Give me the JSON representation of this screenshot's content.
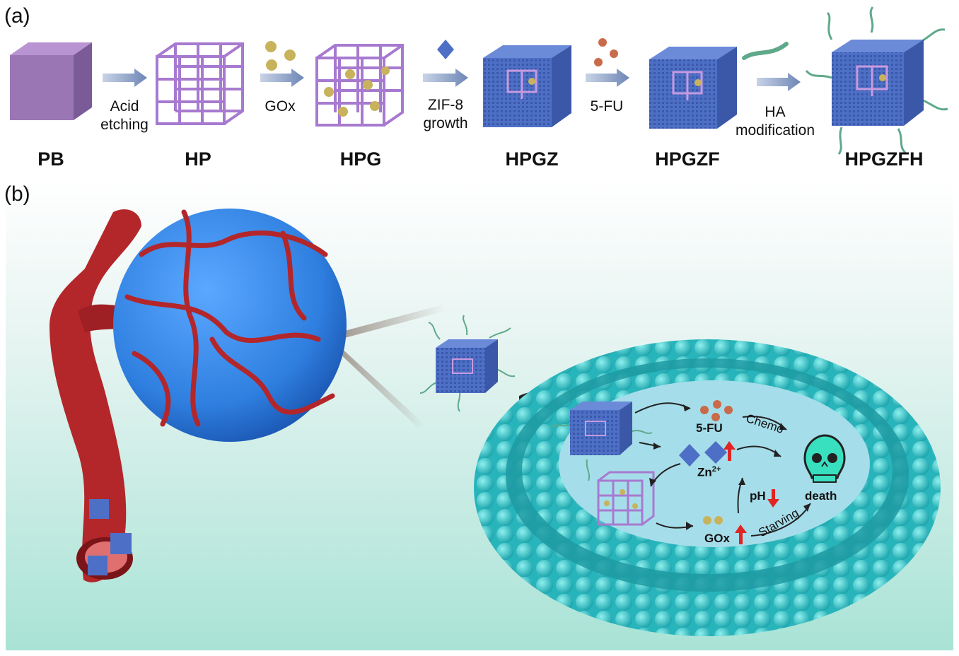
{
  "panel_a": {
    "label": "(a)",
    "products": [
      "PB",
      "HP",
      "HPG",
      "HPGZ",
      "HPGZF",
      "HPGZFH"
    ],
    "steps": {
      "acid": [
        "Acid",
        "etching"
      ],
      "gox": "GOx",
      "zif": [
        "ZIF-8",
        "growth"
      ],
      "fu": "5-FU",
      "ha": [
        "HA",
        "modification"
      ]
    }
  },
  "panel_b": {
    "label": "(b)",
    "cell_labels": {
      "fu": "5-FU",
      "chemo": "Chemo",
      "zn": "Zn",
      "zn_sup": "2+",
      "ph": "pH",
      "death": "death",
      "gox": "GOx",
      "starving": "Starving"
    }
  },
  "colors": {
    "pb_cube": "#9a76b4",
    "framework": "#a77ad0",
    "zif_shell": "#4d6fc6",
    "gox_particle": "#c8b35c",
    "fu_particle": "#c96a4a",
    "ha_chain": "#5fa98a",
    "tumor": "#2f7fe0",
    "vessel": "#b3262a",
    "membrane": "#35c3c9",
    "arrow": "#8fa3c8",
    "skull": "#39e0c0",
    "up_arrow": "#e02424"
  },
  "icons": [
    "arrow-right-icon",
    "skull-icon",
    "curved-arrow-icon",
    "up-arrow-icon",
    "down-arrow-icon"
  ]
}
